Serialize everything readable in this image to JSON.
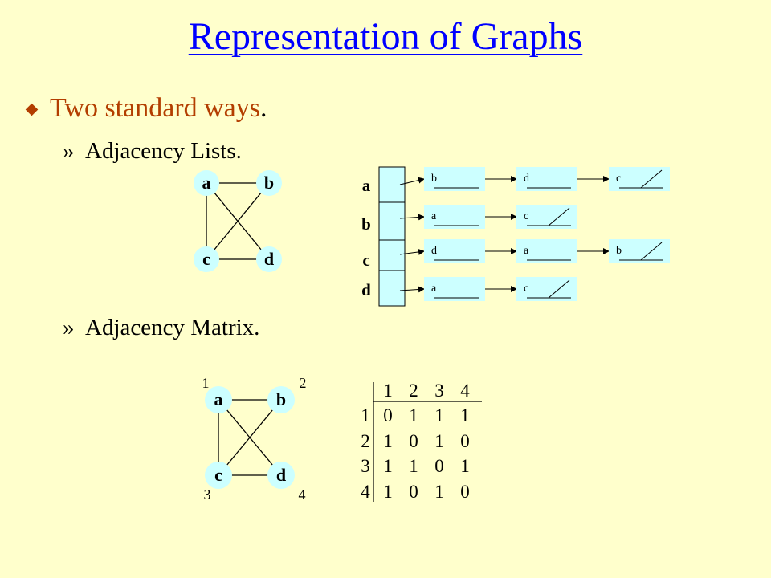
{
  "title": "Representation of Graphs",
  "bullet": {
    "text": "Two standard ways",
    "period": "."
  },
  "sub_items": {
    "lists": {
      "marker": "»",
      "text": "Adjacency Lists."
    },
    "matrix": {
      "marker": "»",
      "text": "Adjacency Matrix."
    }
  },
  "graph": {
    "nodes": [
      "a",
      "b",
      "c",
      "d"
    ],
    "edges": [
      [
        "a",
        "b"
      ],
      [
        "a",
        "c"
      ],
      [
        "a",
        "d"
      ],
      [
        "b",
        "c"
      ],
      [
        "c",
        "d"
      ]
    ]
  },
  "vertex_numbers": [
    "1",
    "2",
    "3",
    "4"
  ],
  "adjacency_lists": {
    "rows": [
      "a",
      "b",
      "c",
      "d"
    ],
    "lists": [
      [
        "b",
        "d",
        "c"
      ],
      [
        "a",
        "c"
      ],
      [
        "d",
        "a",
        "b"
      ],
      [
        "a",
        "c"
      ]
    ]
  },
  "adjacency_matrix": {
    "col_headers": [
      "1",
      "2",
      "3",
      "4"
    ],
    "row_headers": [
      "1",
      "2",
      "3",
      "4"
    ],
    "cells": [
      [
        "0",
        "1",
        "1",
        "1"
      ],
      [
        "1",
        "0",
        "1",
        "0"
      ],
      [
        "1",
        "1",
        "0",
        "1"
      ],
      [
        "1",
        "0",
        "1",
        "0"
      ]
    ]
  },
  "colors": {
    "background": "#ffffcc",
    "title": "#0000ff",
    "bullet": "#b33e00",
    "node_fill": "#ccffff",
    "list_fill": "#ccffff"
  }
}
